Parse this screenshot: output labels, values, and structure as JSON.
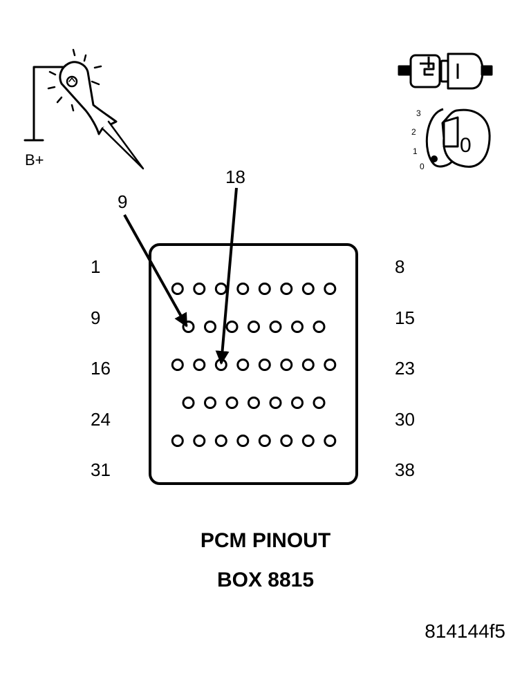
{
  "probe": {
    "supply_label": "B+"
  },
  "ignition": {
    "positions": [
      "3",
      "2",
      "1",
      "0"
    ],
    "key_position": "0"
  },
  "callouts": [
    {
      "label": "9",
      "pin": 9
    },
    {
      "label": "18",
      "pin": 18
    }
  ],
  "connector": {
    "left_labels": [
      "1",
      "9",
      "16",
      "24",
      "31"
    ],
    "right_labels": [
      "8",
      "15",
      "23",
      "30",
      "38"
    ],
    "row_pin_counts": [
      8,
      7,
      8,
      7,
      8
    ]
  },
  "title": "PCM PINOUT",
  "subtitle": "BOX 8815",
  "reference": "814144f5"
}
